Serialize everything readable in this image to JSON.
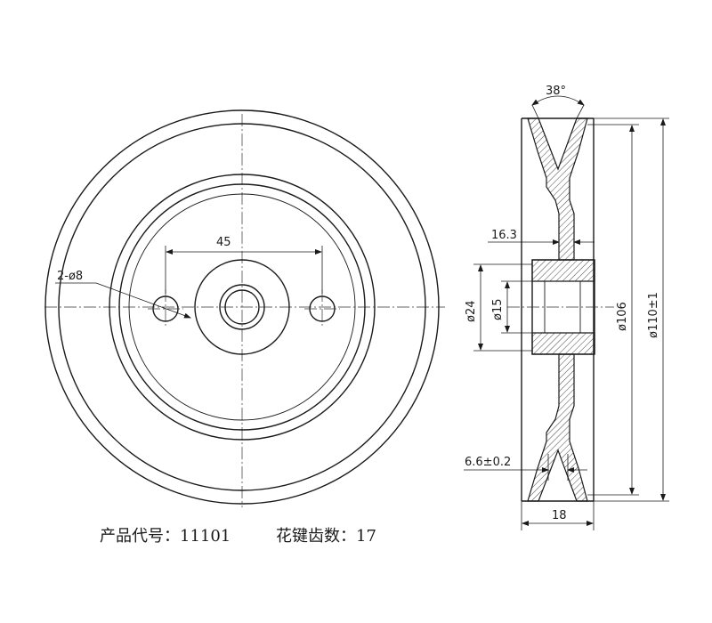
{
  "dimensions": {
    "hole_spacing": "45",
    "holes": "2-ø8",
    "groove_angle": "38°",
    "hub_offset": "16.3",
    "dia_24": "ø24",
    "dia_15": "ø15",
    "dia_106": "ø106",
    "dia_110": "ø110±1",
    "groove_width": "6.6±0.2",
    "total_width": "18"
  },
  "caption": {
    "product_code": "产品代号：11101",
    "spline_teeth": "花键齿数：17"
  }
}
